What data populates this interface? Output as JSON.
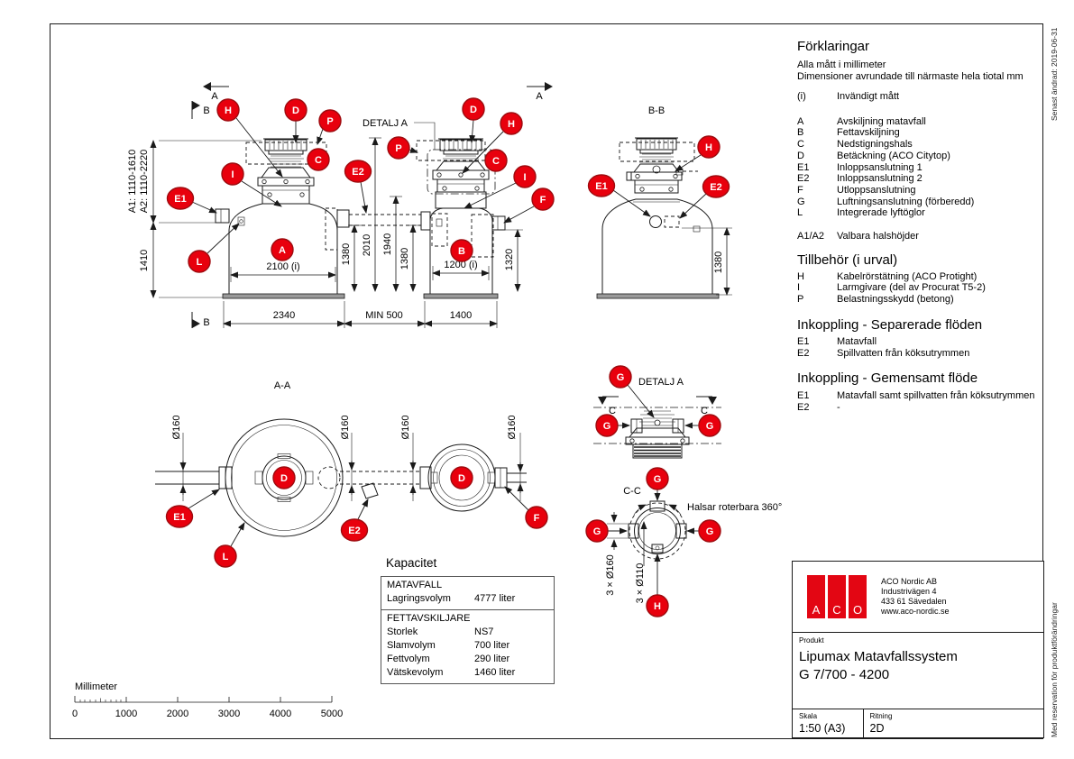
{
  "page": {
    "edited_note": "Senast ändrad: 2019-06-31",
    "reservation_note": "Med reservation för produktförändringar"
  },
  "legend": {
    "title": "Förklaringar",
    "note1": "Alla mått i millimeter",
    "note2": "Dimensioner avrundade till närmaste hela tiotal mm",
    "unit_item": {
      "key": "(i)",
      "label": "Invändigt mått"
    },
    "items": [
      {
        "key": "A",
        "label": "Avskiljning matavfall"
      },
      {
        "key": "B",
        "label": "Fettavskiljning"
      },
      {
        "key": "C",
        "label": "Nedstigningshals"
      },
      {
        "key": "D",
        "label": "Betäckning (ACO Citytop)"
      },
      {
        "key": "E1",
        "label": "Inloppsanslutning 1"
      },
      {
        "key": "E2",
        "label": "Inloppsanslutning 2"
      },
      {
        "key": "F",
        "label": "Utloppsanslutning"
      },
      {
        "key": "G",
        "label": "Luftningsanslutning (förberedd)"
      },
      {
        "key": "L",
        "label": "Integrerade lyftöglor"
      }
    ],
    "neck_item": {
      "key": "A1/A2",
      "label": "Valbara halshöjder"
    }
  },
  "accessories": {
    "title": "Tillbehör (i urval)",
    "items": [
      {
        "key": "H",
        "label": "Kabelrörstätning (ACO Protight)"
      },
      {
        "key": "I",
        "label": "Larmgivare (del av Procurat T5-2)"
      },
      {
        "key": "P",
        "label": "Belastningsskydd (betong)"
      }
    ]
  },
  "inlet_separate": {
    "title": "Inkoppling - Separerade flöden",
    "items": [
      {
        "key": "E1",
        "label": "Matavfall"
      },
      {
        "key": "E2",
        "label": "Spillvatten från köksutrymmen"
      }
    ]
  },
  "inlet_common": {
    "title": "Inkoppling - Gemensamt flöde",
    "items": [
      {
        "key": "E1",
        "label": "Matavfall samt spillvatten från köksutrymmen"
      },
      {
        "key": "E2",
        "label": "-"
      }
    ]
  },
  "capacity": {
    "title": "Kapacitet",
    "matavfall": {
      "header": "MATAVFALL",
      "rows": [
        {
          "label": "Lagringsvolym",
          "value": "4777 liter"
        }
      ]
    },
    "fettavskiljare": {
      "header": "FETTAVSKILJARE",
      "rows": [
        {
          "label": "Storlek",
          "value": "NS7"
        },
        {
          "label": "Slamvolym",
          "value": "700 liter"
        },
        {
          "label": "Fettvolym",
          "value": "290 liter"
        },
        {
          "label": "Vätskevolym",
          "value": "1460 liter"
        }
      ]
    }
  },
  "scalebar": {
    "label": "Millimeter",
    "ticks": [
      "0",
      "1000",
      "2000",
      "3000",
      "4000",
      "5000"
    ]
  },
  "titleblock": {
    "logo_letters": [
      "A",
      "C",
      "O"
    ],
    "company": "ACO Nordic AB",
    "address1": "Industrivägen 4",
    "address2": "433 61  Sävedalen",
    "website": "www.aco-nordic.se",
    "product_label": "Produkt",
    "product_line1": "Lipumax Matavfallssystem",
    "product_line2": "G 7/700 - 4200",
    "scale_label": "Skala",
    "scale_value": "1:50 (A3)",
    "drawing_label": "Ritning",
    "drawing_value": "2D"
  },
  "drawing": {
    "views": {
      "detail_callout": "DETALJ A",
      "section_bb": "B-B",
      "section_aa": "A-A",
      "detail_a_title": "DETALJ A",
      "section_cc": "C-C",
      "rotate_note": "Halsar roterbara 360°"
    },
    "section_marks": {
      "a": "A",
      "b": "B",
      "c": "C"
    },
    "balloons": {
      "a": "A",
      "b": "B",
      "c": "C",
      "d": "D",
      "e1": "E1",
      "e2": "E2",
      "f": "F",
      "g": "G",
      "h": "H",
      "i": "I",
      "l": "L",
      "p": "P"
    },
    "dims": {
      "a1": "A1: 1110-1610",
      "a2": "A2: 1110-2220",
      "h1410": "1410",
      "w2100": "2100 (i)",
      "d1380": "1380",
      "d2010": "2010",
      "d1940": "1940",
      "w1200": "1200 (i)",
      "d1320": "1320",
      "w2340": "2340",
      "min500": "MIN 500",
      "w1400": "1400",
      "dia160": "Ø160",
      "cc_dia160": "3 × Ø160",
      "cc_dia110": "3 × Ø110"
    },
    "colors": {
      "balloon_fill": "#e8000d",
      "balloon_stroke": "#9e0b0f",
      "logo_red": "#e30613",
      "line": "#1a1a1a"
    }
  }
}
